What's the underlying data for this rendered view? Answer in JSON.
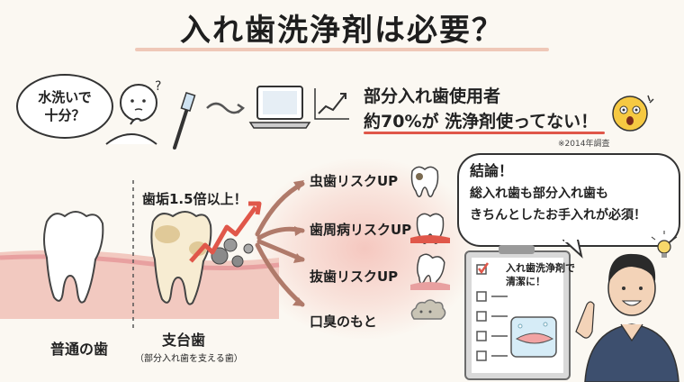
{
  "title": "入れ歯洗浄剤は必要？",
  "question_bubble": {
    "line1": "水洗いで",
    "line2": "十分？"
  },
  "stat": {
    "line1": "部分入れ歯使用者",
    "line2": "約70%が 洗浄剤使ってない！",
    "note": "※2014年調査"
  },
  "tartar_label": "歯垢1.5倍以上！",
  "risks": [
    "虫歯リスクUP",
    "歯周病リスクUP",
    "抜歯リスクUP",
    "口臭のもと"
  ],
  "teeth": {
    "normal_label": "普通の歯",
    "abutment_label": "支台歯",
    "abutment_note": "（部分入れ歯を支える歯）"
  },
  "conclusion": {
    "heading": "結論！",
    "line1": "総入れ歯も部分入れ歯も",
    "line2": "きちんとしたお手入れが必須！"
  },
  "clipboard": {
    "line1": "入れ歯洗浄剤で",
    "line2": "清潔に！"
  },
  "colors": {
    "accent_red": "#e0574a",
    "gum_pink": "#e8a0a0",
    "scrubs_navy": "#3d4f6e"
  }
}
